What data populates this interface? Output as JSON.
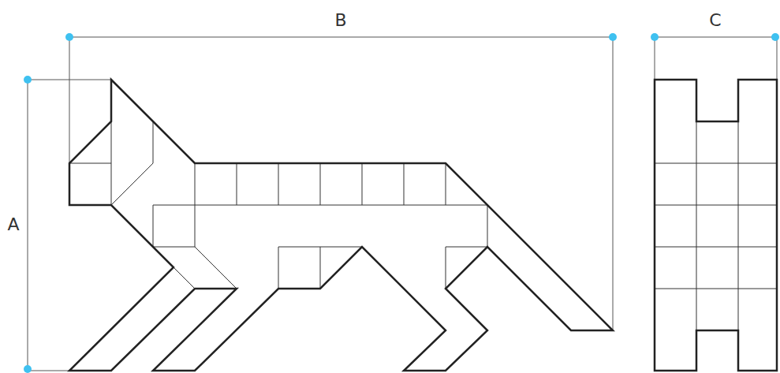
{
  "diagram": {
    "labels": [
      "B",
      "C",
      "A"
    ]
  }
}
